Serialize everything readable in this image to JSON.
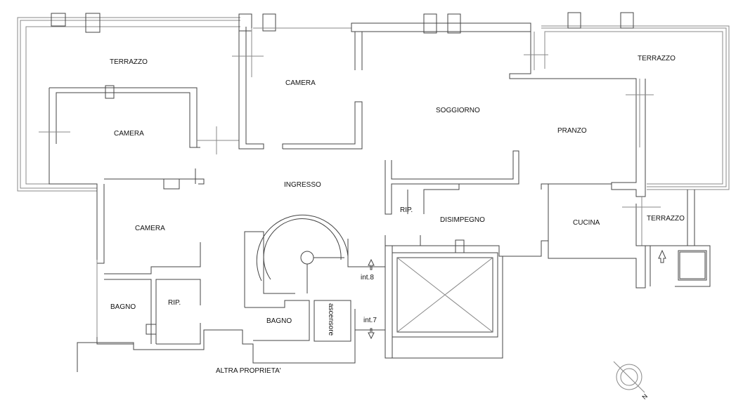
{
  "plan": {
    "rooms": {
      "terrazzo_left": "TERRAZZO",
      "camera_top": "CAMERA",
      "camera_left": "CAMERA",
      "soggiorno": "SOGGIORNO",
      "terrazzo_right": "TERRAZZO",
      "pranzo": "PRANZO",
      "ingresso": "INGRESSO",
      "camera_bottom": "CAMERA",
      "rip_left": "RIP.",
      "bagno_left": "BAGNO",
      "rip_center": "RIP.",
      "disimpegno": "DISIMPEGNO",
      "cucina": "CUCINA",
      "terrazzo_small": "TERRAZZO",
      "bagno_center": "BAGNO",
      "ascensore": "ascensore",
      "int8": "int.8",
      "int7": "int.7",
      "altra_proprieta": "ALTRA PROPRIETA'"
    },
    "compass": "N"
  }
}
